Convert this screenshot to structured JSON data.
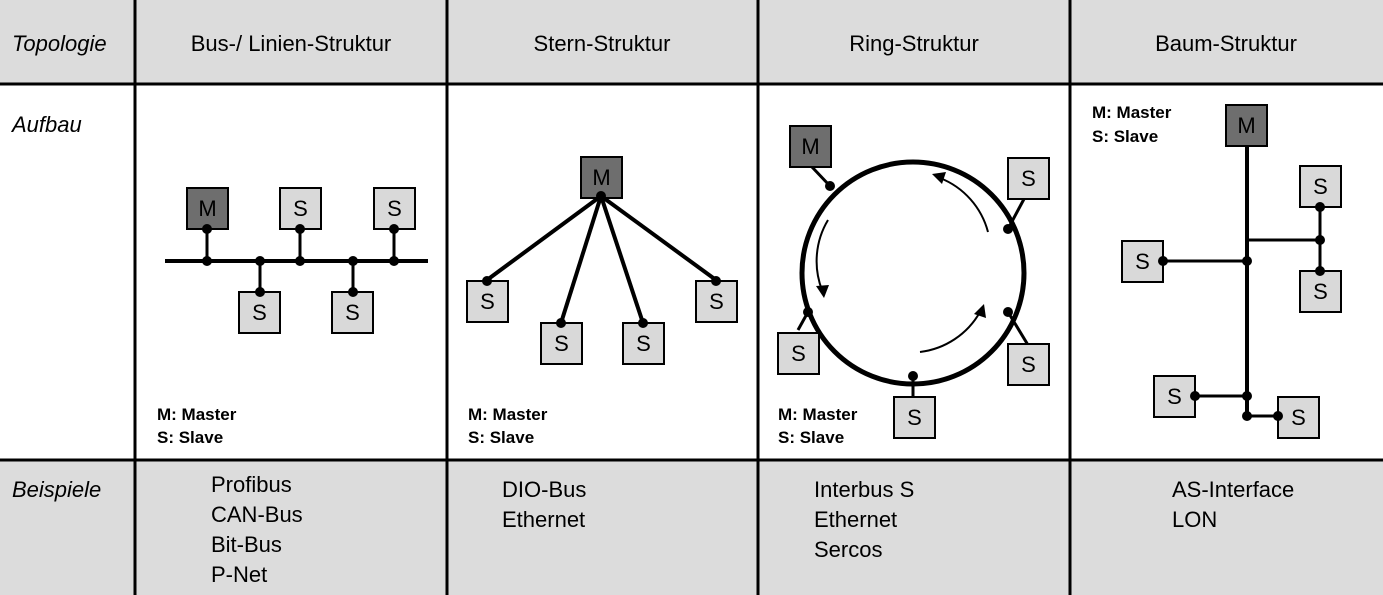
{
  "header": {
    "row_label": "Topologie",
    "columns": [
      "Bus-/ Linien-Struktur",
      "Stern-Struktur",
      "Ring-Struktur",
      "Baum-Struktur"
    ]
  },
  "aufbau": {
    "row_label": "Aufbau"
  },
  "beispiele": {
    "row_label": "Beispiele",
    "bus": [
      "Profibus",
      "CAN-Bus",
      "Bit-Bus",
      "P-Net"
    ],
    "stern": [
      "DIO-Bus",
      "Ethernet"
    ],
    "ring": [
      "Interbus S",
      "Ethernet",
      "Sercos"
    ],
    "baum": [
      "AS-Interface",
      "LON"
    ]
  },
  "legend": {
    "master": "M: Master",
    "slave": "S: Slave"
  },
  "node_labels": {
    "master": "M",
    "slave": "S"
  },
  "colors": {
    "header_bg": "#dcdcdc",
    "master_fill": "#6e6e6e",
    "slave_fill": "#d9d9d9"
  }
}
